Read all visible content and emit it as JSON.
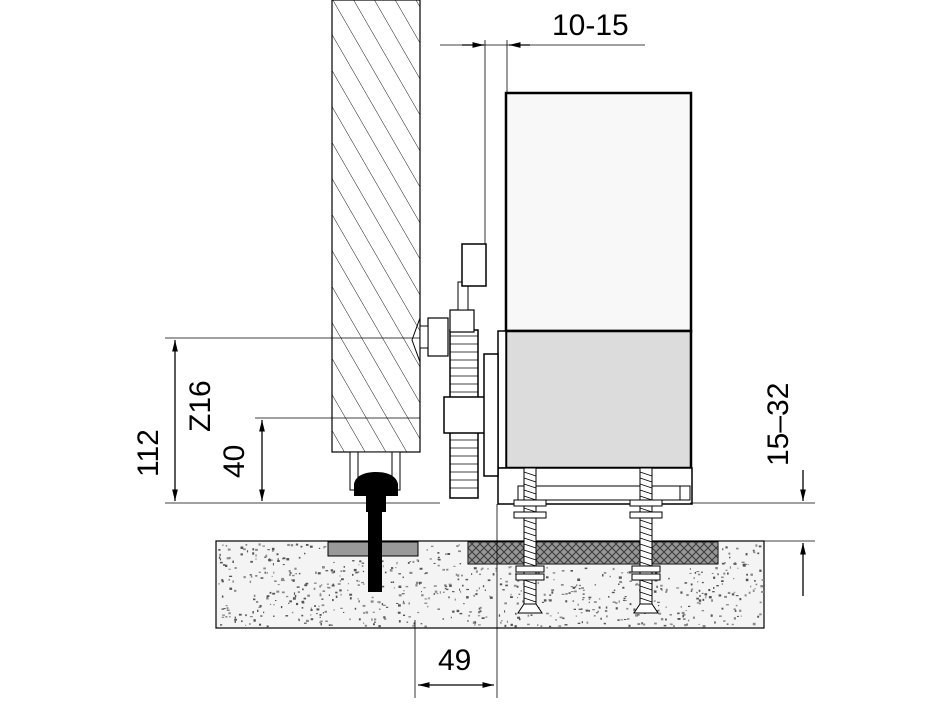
{
  "dimensions": {
    "gap_top": "10-15",
    "height_total": "112",
    "rack_module": "Z16",
    "rail_height": "40",
    "clearance": "15–32",
    "offset_bottom": "49"
  },
  "colors": {
    "line": "#000000",
    "motor_lower": "#dcdcdc",
    "motor_upper": "#f8f8f8",
    "guide_plate": "#999999",
    "base_plate": "#4a4a4a",
    "concrete_dot": "#8a8a8a"
  }
}
